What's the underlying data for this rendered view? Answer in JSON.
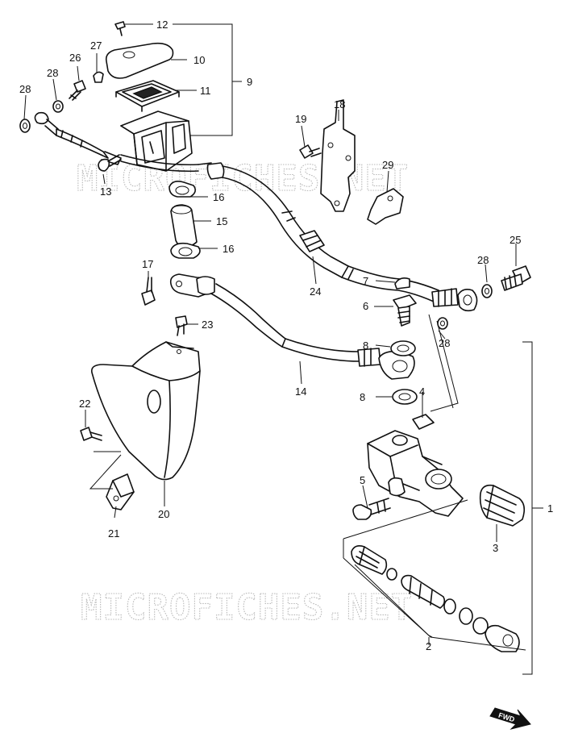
{
  "watermarks": [
    "MICROFICHES.NET",
    "MICROFICHES.NET"
  ],
  "fwd_label": "FWD",
  "callouts": [
    {
      "id": "c1",
      "text": "1"
    },
    {
      "id": "c2",
      "text": "2"
    },
    {
      "id": "c3",
      "text": "3"
    },
    {
      "id": "c4",
      "text": "4"
    },
    {
      "id": "c5",
      "text": "5"
    },
    {
      "id": "c6",
      "text": "6"
    },
    {
      "id": "c7",
      "text": "7"
    },
    {
      "id": "c8a",
      "text": "8"
    },
    {
      "id": "c8b",
      "text": "8"
    },
    {
      "id": "c9",
      "text": "9"
    },
    {
      "id": "c10",
      "text": "10"
    },
    {
      "id": "c11",
      "text": "11"
    },
    {
      "id": "c12",
      "text": "12"
    },
    {
      "id": "c13",
      "text": "13"
    },
    {
      "id": "c14",
      "text": "14"
    },
    {
      "id": "c15",
      "text": "15"
    },
    {
      "id": "c16a",
      "text": "16"
    },
    {
      "id": "c16b",
      "text": "16"
    },
    {
      "id": "c17",
      "text": "17"
    },
    {
      "id": "c18",
      "text": "18"
    },
    {
      "id": "c19",
      "text": "19"
    },
    {
      "id": "c20",
      "text": "20"
    },
    {
      "id": "c21",
      "text": "21"
    },
    {
      "id": "c22",
      "text": "22"
    },
    {
      "id": "c23",
      "text": "23"
    },
    {
      "id": "c24",
      "text": "24"
    },
    {
      "id": "c25",
      "text": "25"
    },
    {
      "id": "c26",
      "text": "26"
    },
    {
      "id": "c27",
      "text": "27"
    },
    {
      "id": "c28a",
      "text": "28"
    },
    {
      "id": "c28b",
      "text": "28"
    },
    {
      "id": "c28c",
      "text": "28"
    },
    {
      "id": "c28d",
      "text": "28"
    },
    {
      "id": "c29",
      "text": "29"
    }
  ]
}
